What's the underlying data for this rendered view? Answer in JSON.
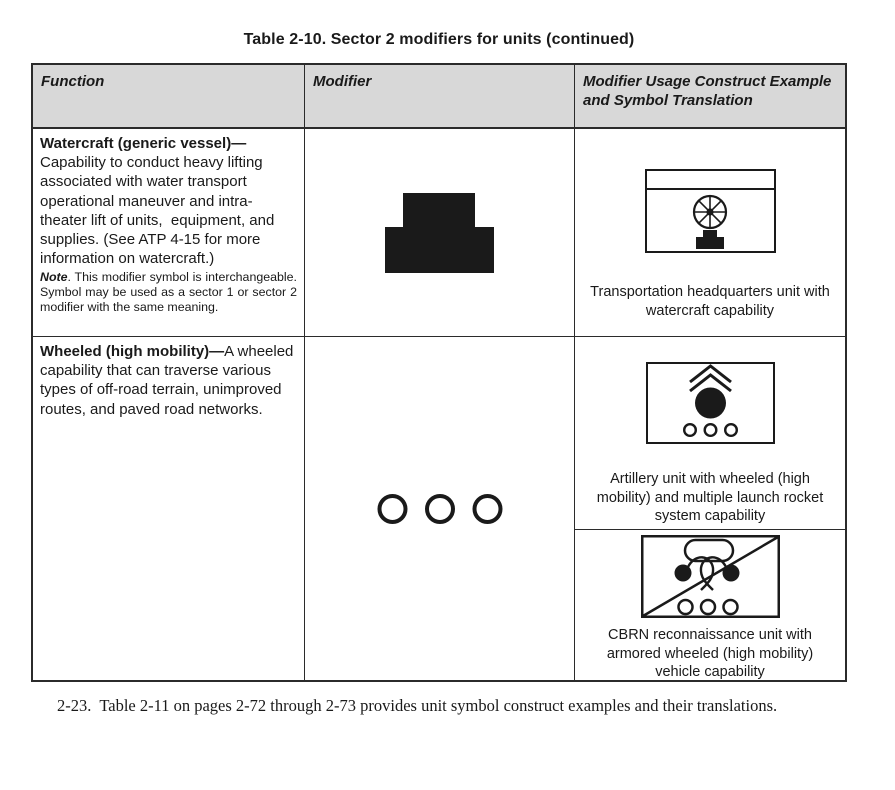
{
  "title": "Table 2-10. Sector 2 modifiers for units (continued)",
  "table": {
    "headers": {
      "function": "Function",
      "modifier": "Modifier",
      "example": "Modifier Usage Construct Example and Symbol Translation"
    },
    "rows": [
      {
        "function_bold": "Watercraft (generic vessel)—",
        "function_text": "Capability to conduct heavy lifting associated with water transport operational maneuver and intra-theater lift of units,  equipment, and supplies. (See ATP 4-15 for more information on watercraft.)",
        "note_bold": "Note",
        "note_text": ". This modifier symbol is interchangeable. Symbol may be used as a sector 1 or sector 2 modifier with the same meaning.",
        "modifier_icon": "watercraft-silhouette-icon",
        "examples": [
          {
            "icon": "transportation-headquarters-watercraft-symbol",
            "caption": "Transportation headquarters unit with watercraft capability"
          }
        ]
      },
      {
        "function_bold": "Wheeled (high mobility)—",
        "function_text": "A wheeled capability that can traverse various types of off-road terrain, unimproved routes, and paved road networks.",
        "modifier_icon": "three-circles-wheeled-icon",
        "examples": [
          {
            "icon": "artillery-wheeled-mlrs-symbol",
            "caption": "Artillery unit with wheeled (high mobility) and multiple launch rocket system capability"
          },
          {
            "icon": "cbrn-recon-armored-wheeled-symbol",
            "caption": "CBRN reconnaissance unit with armored wheeled (high mobility) vehicle capability"
          }
        ]
      }
    ]
  },
  "footer": {
    "paragraph": "2-23.  Table 2-11 on pages 2-72 through 2-73 provides unit symbol construct examples and their translations."
  },
  "colors": {
    "header_bg": "#d8d8d8",
    "border": "#2b2b2b",
    "ink": "#1a1a1a"
  }
}
